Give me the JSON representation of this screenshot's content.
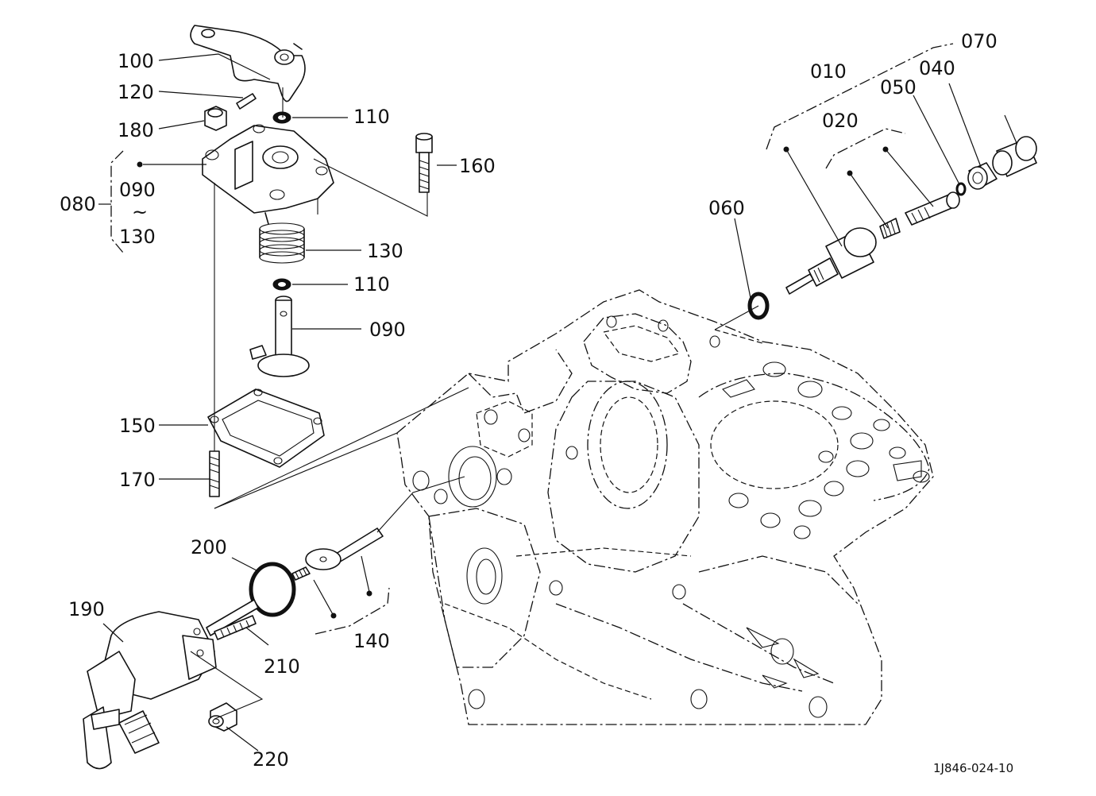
{
  "diagram": {
    "drawing_code": "1J846-024-10",
    "callouts": {
      "p010": "010",
      "p020": "020",
      "p040": "040",
      "p050": "050",
      "p060": "060",
      "p070": "070",
      "p080": "080",
      "p080_range_from": "090",
      "p080_range_sep": "~",
      "p080_range_to": "130",
      "p090": "090",
      "p100": "100",
      "p110a": "110",
      "p110b": "110",
      "p120": "120",
      "p130": "130",
      "p140": "140",
      "p150": "150",
      "p160": "160",
      "p170": "170",
      "p180": "180",
      "p190": "190",
      "p200": "200",
      "p210": "210",
      "p220": "220"
    }
  }
}
